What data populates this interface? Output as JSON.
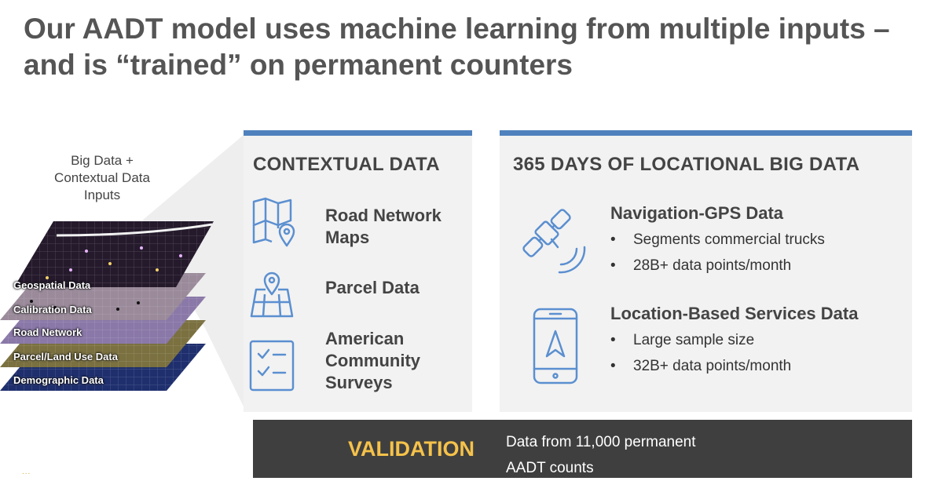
{
  "slide": {
    "title_line1": "Our AADT model uses machine learning from multiple inputs –",
    "title_line2": "and is “trained” on permanent counters"
  },
  "stack": {
    "label_line1": "Big Data +",
    "label_line2": "Contextual Data",
    "label_line3": "Inputs",
    "layers": [
      "Geospatial Data",
      "Calibration Data",
      "Road Network",
      "Parcel/Land Use Data",
      "Demographic Data"
    ]
  },
  "contextual": {
    "heading": "CONTEXTUAL DATA",
    "items": [
      {
        "label_line1": "Road Network",
        "label_line2": "Maps",
        "icon": "map-pin-icon"
      },
      {
        "label_line1": "Parcel Data",
        "icon": "parcel-map-icon"
      },
      {
        "label_line1": "American",
        "label_line2": "Community",
        "label_line3": "Surveys",
        "icon": "checklist-icon"
      }
    ]
  },
  "bigdata": {
    "heading": "365 DAYS OF LOCATIONAL BIG DATA",
    "items": [
      {
        "title": "Navigation-GPS Data",
        "bullets": [
          "Segments commercial trucks",
          "28B+ data points/month"
        ],
        "icon": "satellite-icon"
      },
      {
        "title": "Location-Based Services Data",
        "bullets": [
          "Large sample size",
          "32B+ data points/month"
        ],
        "icon": "smartphone-navigation-icon"
      }
    ]
  },
  "bullet_char": "•",
  "validation": {
    "label": "VALIDATION",
    "text_line1": "Data from 11,000 permanent",
    "text_line2": "AADT counts"
  },
  "footer": {
    "dots": "..."
  },
  "colors": {
    "accent_blue": "#4f81bd",
    "icon_blue": "#5b8fd0",
    "validation_bg": "#3f3f3f",
    "validation_label": "#f5c24a",
    "title_gray": "#555555"
  }
}
